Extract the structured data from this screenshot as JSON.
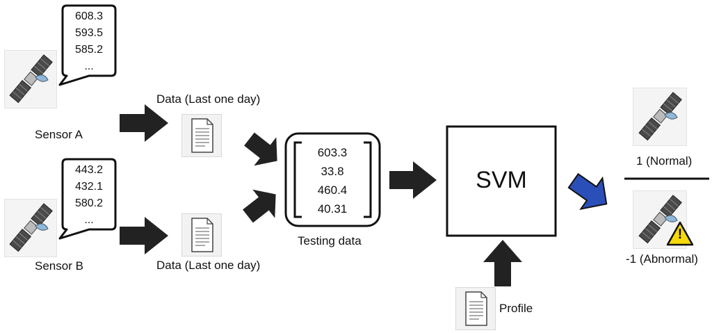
{
  "sensor_a": {
    "label": "Sensor A",
    "readings": [
      "608.3",
      "593.5",
      "585.2",
      "..."
    ]
  },
  "sensor_b": {
    "label": "Sensor B",
    "readings": [
      "443.2",
      "432.1",
      "580.2",
      "..."
    ]
  },
  "data_top_label": "Data (Last one day)",
  "data_bottom_label": "Data (Last one day)",
  "testing": {
    "label": "Testing data",
    "values": [
      "603.3",
      "33.8",
      "460.4",
      "40.31"
    ]
  },
  "svm_label": "SVM",
  "profile_label": "Profile",
  "outputs": {
    "normal_label": "1 (Normal)",
    "abnormal_label": "-1 (Abnormal)",
    "warning_glyph": "!"
  },
  "colors": {
    "arrow": "#222222",
    "output_arrow": "#2b4fb8",
    "warning": "#f5d90a"
  }
}
